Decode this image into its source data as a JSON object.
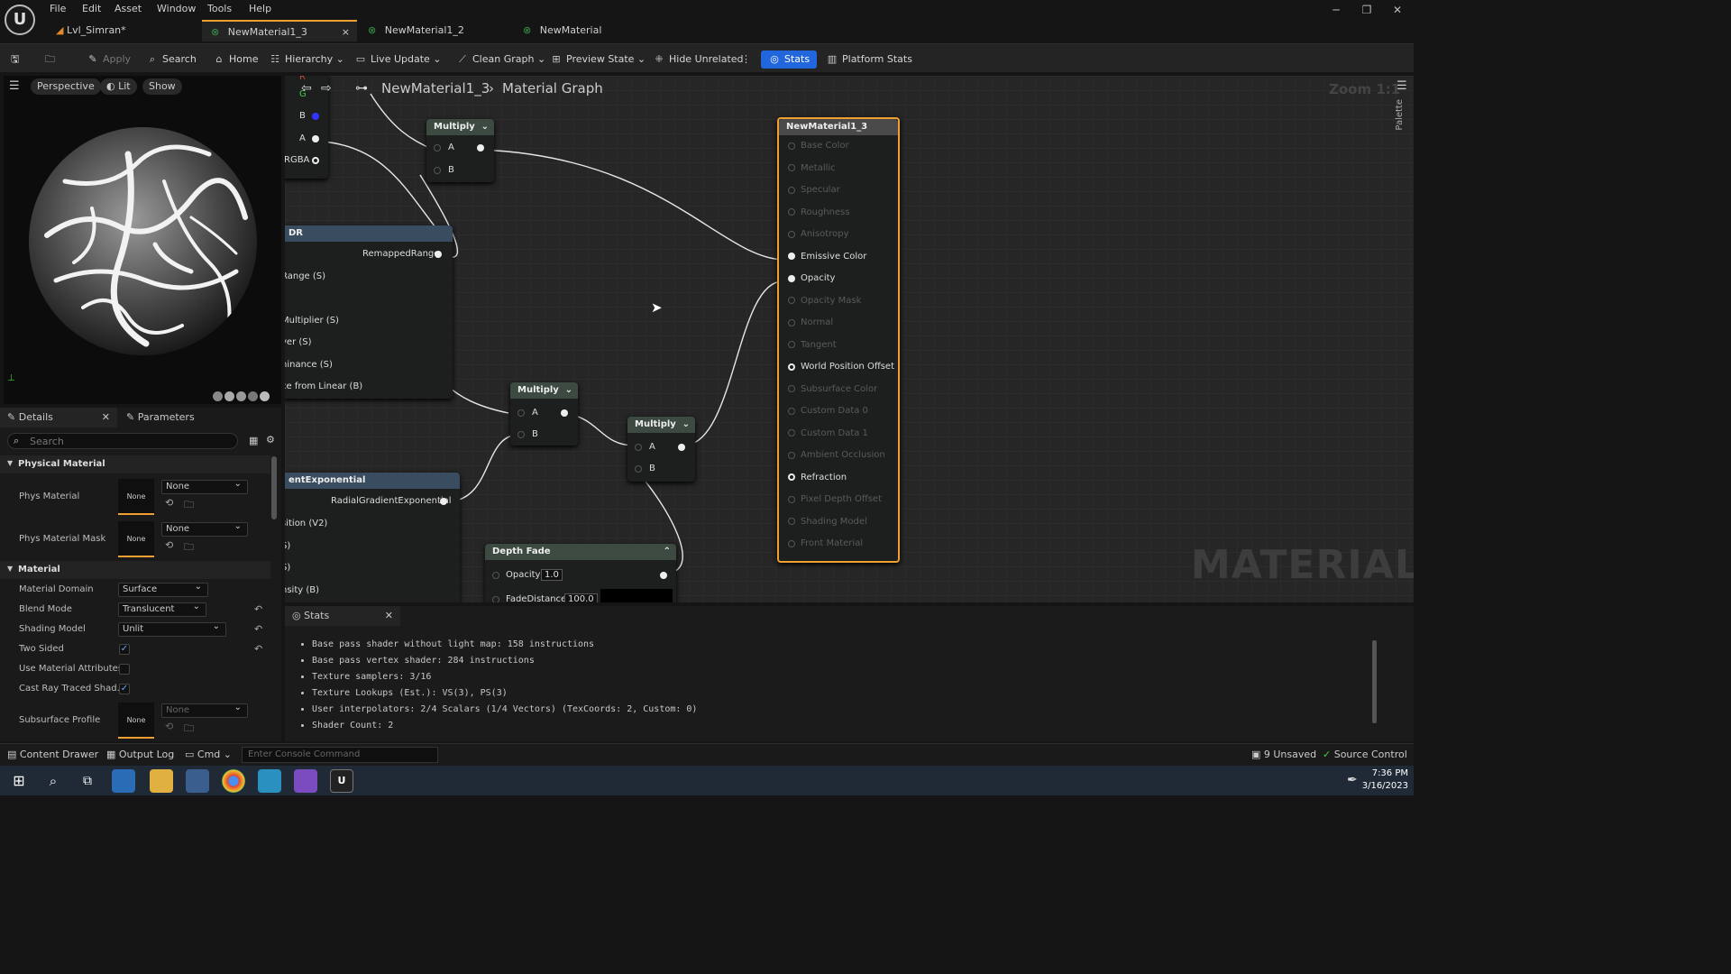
{
  "menu": [
    "File",
    "Edit",
    "Asset",
    "Window",
    "Tools",
    "Help"
  ],
  "tabs": [
    {
      "label": "Lvl_Simran*"
    },
    {
      "label": "NewMaterial1_3",
      "close": "×"
    },
    {
      "label": "NewMaterial1_2"
    },
    {
      "label": "NewMaterial"
    }
  ],
  "window_controls": {
    "min": "─",
    "max": "❐",
    "close": "✕"
  },
  "toolbar": {
    "apply": "Apply",
    "search": "Search",
    "home": "Home",
    "hierarchy": "Hierarchy",
    "live_update": "Live Update",
    "clean_graph": "Clean Graph",
    "preview_state": "Preview State",
    "hide_unrelated": "Hide Unrelated",
    "stats": "Stats",
    "platform_stats": "Platform Stats",
    "stats_active_color": "#2266dd"
  },
  "viewport": {
    "perspective": "Perspective",
    "lit": "Lit",
    "show": "Show"
  },
  "details": {
    "tab_details": "Details",
    "tab_parameters": "Parameters",
    "search_placeholder": "Search",
    "sections": {
      "physical": "Physical Material",
      "material": "Material"
    },
    "phys_material": {
      "label": "Phys Material",
      "thumb": "None",
      "value": "None"
    },
    "phys_material_mask": {
      "label": "Phys Material Mask",
      "thumb": "None",
      "value": "None"
    },
    "material_domain": {
      "label": "Material Domain",
      "value": "Surface"
    },
    "blend_mode": {
      "label": "Blend Mode",
      "value": "Translucent"
    },
    "shading_model": {
      "label": "Shading Model",
      "value": "Unlit"
    },
    "two_sided": {
      "label": "Two Sided",
      "checked": true
    },
    "use_material_attributes": {
      "label": "Use Material Attributes",
      "checked": false
    },
    "cast_ray_traced": {
      "label": "Cast Ray Traced Shad...",
      "checked": true
    },
    "subsurface_profile": {
      "label": "Subsurface Profile",
      "thumb": "None",
      "value": "None"
    }
  },
  "graph": {
    "breadcrumb_material": "NewMaterial1_3",
    "breadcrumb_graph": "Material Graph",
    "zoom": "Zoom 1:1",
    "watermark": "MATERIAL",
    "palette": "Palette",
    "texture_pins": [
      "B",
      "A",
      "RGBA"
    ],
    "texture_pins_top": [
      "R",
      "G"
    ],
    "multiply1": {
      "title": "Multiply",
      "a": "A",
      "b": "B"
    },
    "multiply2": {
      "title": "Multiply",
      "a": "A",
      "b": "B"
    },
    "multiply3": {
      "title": "Multiply",
      "a": "A",
      "b": "B"
    },
    "dr_node": {
      "title": "DR",
      "output": "RemappedRange",
      "inputs": [
        "Range (S)",
        "Multiplier (S)",
        "ver (S)",
        "ninance (S)",
        "ce from Linear (B)"
      ]
    },
    "radial_node": {
      "title": "entExponential",
      "output": "RadialGradientExponential",
      "inputs": [
        "sition (V2)",
        "S)",
        "S)",
        "nsity (B)"
      ]
    },
    "depth_fade": {
      "title": "Depth Fade",
      "opacity_label": "Opacity",
      "opacity_value": "1.0",
      "fade_label": "FadeDistance",
      "fade_value": "100.0"
    },
    "result_node": {
      "title": "NewMaterial1_3",
      "pins": [
        {
          "label": "Base Color",
          "enabled": false
        },
        {
          "label": "Metallic",
          "enabled": false
        },
        {
          "label": "Specular",
          "enabled": false
        },
        {
          "label": "Roughness",
          "enabled": false
        },
        {
          "label": "Anisotropy",
          "enabled": false
        },
        {
          "label": "Emissive Color",
          "enabled": true,
          "connected": true
        },
        {
          "label": "Opacity",
          "enabled": true,
          "connected": true
        },
        {
          "label": "Opacity Mask",
          "enabled": false
        },
        {
          "label": "Normal",
          "enabled": false
        },
        {
          "label": "Tangent",
          "enabled": false
        },
        {
          "label": "World Position Offset",
          "enabled": true,
          "connected": false
        },
        {
          "label": "Subsurface Color",
          "enabled": false
        },
        {
          "label": "Custom Data 0",
          "enabled": false
        },
        {
          "label": "Custom Data 1",
          "enabled": false
        },
        {
          "label": "Ambient Occlusion",
          "enabled": false
        },
        {
          "label": "Refraction",
          "enabled": true,
          "connected": false
        },
        {
          "label": "Pixel Depth Offset",
          "enabled": false
        },
        {
          "label": "Shading Model",
          "enabled": false
        },
        {
          "label": "Front Material",
          "enabled": false
        }
      ]
    }
  },
  "stats": {
    "tab": "Stats",
    "lines": [
      "Base pass shader without light map: 158 instructions",
      "Base pass vertex shader: 284 instructions",
      "Texture samplers: 3/16",
      "Texture Lookups (Est.): VS(3), PS(3)",
      "User interpolators: 2/4 Scalars (1/4 Vectors) (TexCoords: 2, Custom: 0)",
      "Shader Count: 2"
    ]
  },
  "statusbar": {
    "content_drawer": "Content Drawer",
    "output_log": "Output Log",
    "cmd": "Cmd",
    "console_placeholder": "Enter Console Command",
    "unsaved": "9 Unsaved",
    "source_control": "Source Control"
  },
  "taskbar": {
    "time": "7:36 PM",
    "date": "3/16/2023"
  }
}
